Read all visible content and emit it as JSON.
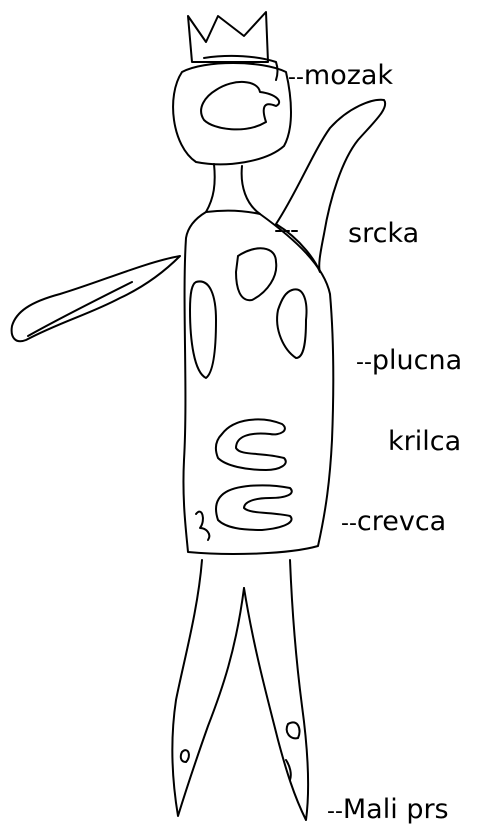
{
  "labels": {
    "mozak": "mozak",
    "srcka": "srcka",
    "plucna": "plucna",
    "krilca": "krilca",
    "crevca": "crevca",
    "mali_prs": "Mali prs"
  },
  "dashes": {
    "mozak": "--",
    "srcka": "",
    "plucna": "--",
    "crevca": "--",
    "mali_prs": "--"
  },
  "stroke_color": "#000000"
}
